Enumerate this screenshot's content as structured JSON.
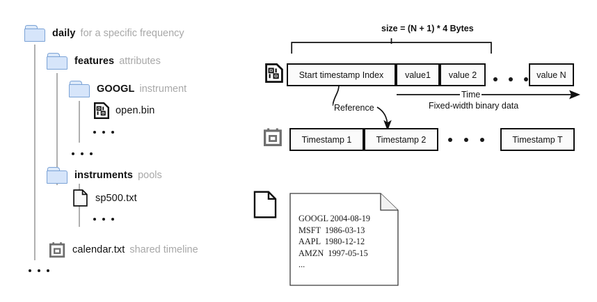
{
  "tree": {
    "nodes": [
      {
        "icon": "folder-icon",
        "name": "daily",
        "note": "for a specific frequency",
        "depth": 0
      },
      {
        "icon": "folder-icon",
        "name": "features",
        "note": "attributes",
        "depth": 1
      },
      {
        "icon": "folder-icon",
        "name": "GOOGL",
        "note": "instrument",
        "depth": 2
      },
      {
        "icon": "binary-file-icon",
        "name": "open.bin",
        "note": "",
        "depth": 3
      },
      {
        "icon": "folder-icon",
        "name": "instruments",
        "note": "pools",
        "depth": 1
      },
      {
        "icon": "text-file-icon",
        "name": "sp500.txt",
        "note": "",
        "depth": 2
      },
      {
        "icon": "calendar-icon",
        "name": "calendar.txt",
        "note": "shared timeline",
        "depth": 1
      }
    ],
    "ellipsis": "• • •"
  },
  "diagram": {
    "size_label": "size = (N + 1) * 4 Bytes",
    "binary_row": {
      "icon": "binary-file-icon",
      "cells": [
        "Start timestamp Index",
        "value1",
        "value 2",
        "value N"
      ],
      "gap_dots": "• • •"
    },
    "time_axis_label": "Time",
    "fixed_width_label": "Fixed-width binary data",
    "reference_label": "Reference",
    "timestamp_row": {
      "icon": "calendar-icon",
      "cells": [
        "Timestamp 1",
        "Timestamp 2",
        "Timestamp T"
      ],
      "gap_dots": "• • •"
    }
  },
  "document": {
    "icon": "text-file-icon",
    "lines": "GOOGL 2004-08-19\nMSFT  1986-03-13\nAAPL  1980-12-12\nAMZN  1997-05-15\n..."
  },
  "colors": {
    "folder_fill": "#d6e5fa",
    "folder_stroke": "#7aa2d6",
    "note_text": "#a8a8a8",
    "tree_line": "#b0b0b0",
    "box_stroke": "#111111",
    "calendar_gray": "#6e6e6e"
  }
}
